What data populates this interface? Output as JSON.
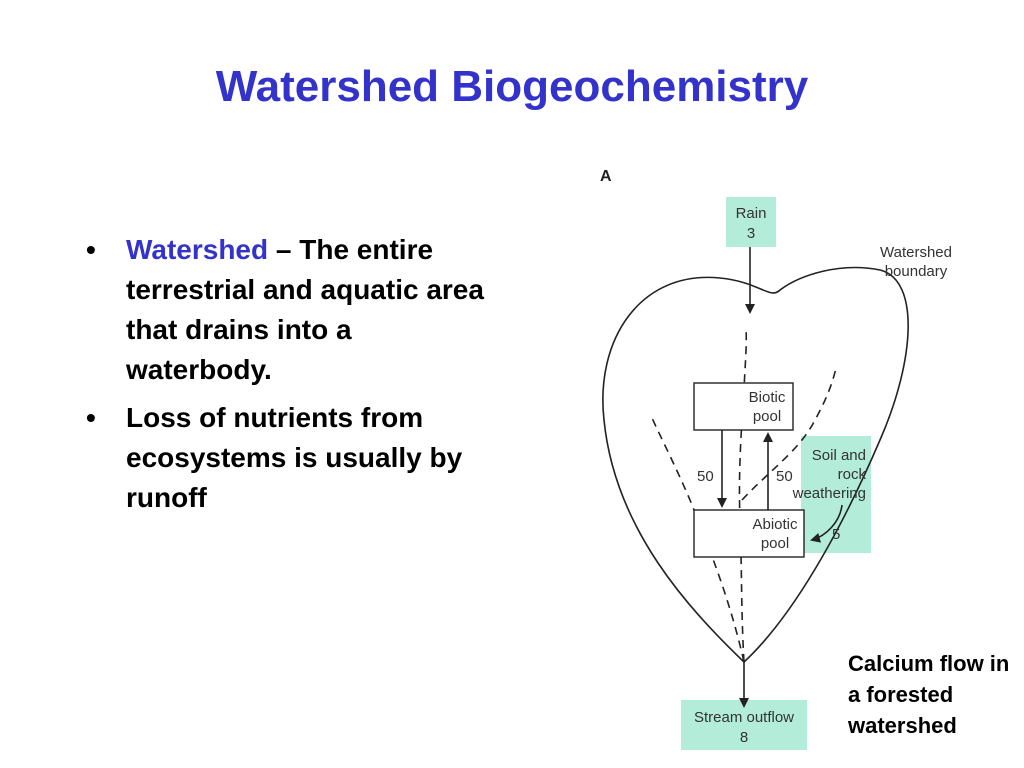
{
  "slide": {
    "title": "Watershed Biogeochemistry",
    "bullets": [
      {
        "term": "Watershed",
        "text": " – The entire terrestrial and aquatic area that drains into a waterbody."
      },
      {
        "term": "",
        "text": "Loss of nutrients from ecosystems is usually by runoff"
      }
    ],
    "caption": "Calcium flow in a forested watershed"
  },
  "diagram": {
    "panel_label": "A",
    "rain": {
      "label": "Rain",
      "value": "3"
    },
    "boundary_label_line1": "Watershed",
    "boundary_label_line2": "boundary",
    "biotic_line1": "Biotic",
    "biotic_line2": "pool",
    "abiotic_line1": "Abiotic",
    "abiotic_line2": "pool",
    "flow_down": "50",
    "flow_up": "50",
    "weathering": {
      "line1": "Soil and",
      "line2": "rock",
      "line3": "weathering",
      "value": "5"
    },
    "outflow": {
      "label": "Stream outflow",
      "value": "8"
    },
    "colors": {
      "highlight": "#b3ecd9",
      "title": "#3333cc",
      "line": "#222222"
    }
  }
}
